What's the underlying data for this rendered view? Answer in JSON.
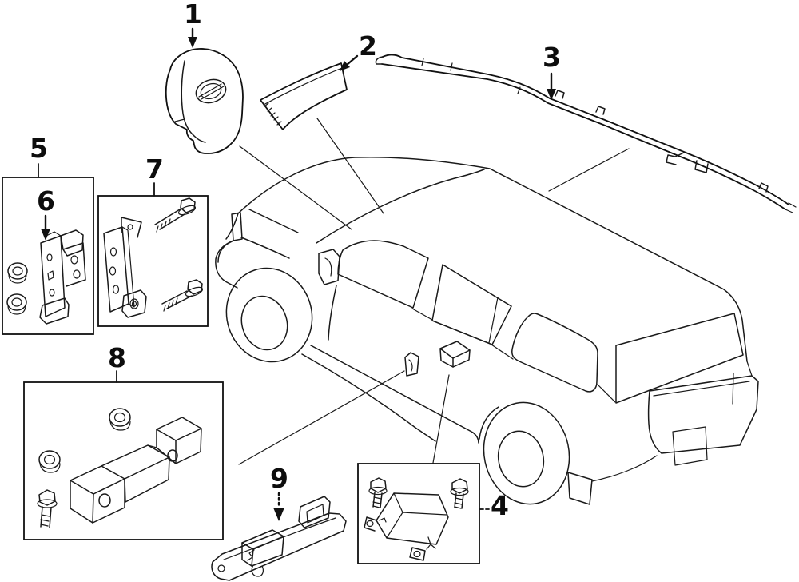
{
  "figure": {
    "type": "exploded parts diagram",
    "subject": "SUV airbag system components",
    "background_color": "#ffffff",
    "line_color": "#1a1a1a"
  },
  "callouts": [
    {
      "number": "1",
      "part": "driver-airbag-module-icon"
    },
    {
      "number": "2",
      "part": "passenger-airbag-door-icon"
    },
    {
      "number": "3",
      "part": "curtain-airbag-icon"
    },
    {
      "number": "4",
      "part": "airbag-control-module-kit-icon"
    },
    {
      "number": "5",
      "part": "side-sensor-kit-icon"
    },
    {
      "number": "6",
      "part": "side-impact-sensor-icon"
    },
    {
      "number": "7",
      "part": "sensor-bracket-bolt-kit-icon"
    },
    {
      "number": "8",
      "part": "front-impact-sensor-kit-icon"
    },
    {
      "number": "9",
      "part": "occupant-sensor-bracket-icon"
    }
  ]
}
